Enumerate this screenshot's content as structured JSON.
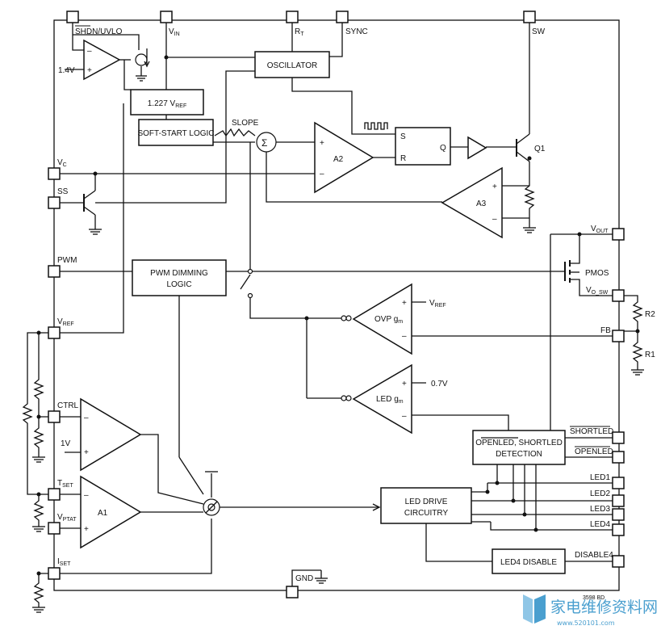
{
  "pins": {
    "shdn_uvlo": "SHDN/UVLO",
    "vin": "V",
    "vin_sub": "IN",
    "rt": "R",
    "rt_sub": "T",
    "sync": "SYNC",
    "sw": "SW",
    "vc": "V",
    "vc_sub": "C",
    "ss": "SS",
    "pwm": "PWM",
    "vref": "V",
    "vref_sub": "REF",
    "ctrl": "CTRL",
    "tset": "T",
    "tset_sub": "SET",
    "vptat": "V",
    "vptat_sub": "PTAT",
    "iset": "I",
    "iset_sub": "SET",
    "gnd": "GND",
    "vout": "V",
    "vout_sub": "OUT",
    "vo_sw": "V",
    "vo_sw_sub": "O_SW",
    "fb": "FB",
    "shortled": "SHORTLED",
    "openled": "OPENLED",
    "led1": "LED1",
    "led2": "LED2",
    "led3": "LED3",
    "led4": "LED4",
    "disable4": "DISABLE4"
  },
  "blocks": {
    "oscillator": "OSCILLATOR",
    "ref_prefix": "1.227 V",
    "ref_sub": "REF",
    "soft_start": "SOFT-START LOGIC",
    "pwm_dimming_line1": "PWM DIMMING",
    "pwm_dimming_line2": "LOGIC",
    "detection_line1": "OPENLED, SHORTLED",
    "detection_line2": "DETECTION",
    "led_drive_line1": "LED DRIVE",
    "led_drive_line2": "CIRCUITRY",
    "led4_disable": "LED4 DISABLE"
  },
  "labels": {
    "v14": "1.4V",
    "slope": "SLOPE",
    "sigma": "Σ",
    "a2": "A2",
    "a3": "A3",
    "a1": "A1",
    "s": "S",
    "r": "R",
    "q": "Q",
    "q1": "Q1",
    "pmos": "PMOS",
    "r1": "R1",
    "r2": "R2",
    "ovp": "OVP g",
    "ovp_sub": "m",
    "led_gm": "LED g",
    "led_gm_sub": "m",
    "ovp_vref": "V",
    "ovp_vref_sub": "REF",
    "v07": "0.7V",
    "v1": "1V",
    "plus": "+",
    "minus": "–",
    "fig_id": "3598 BD"
  },
  "watermark": {
    "cn": "家电维修资料网",
    "url": "www.520101.com"
  }
}
